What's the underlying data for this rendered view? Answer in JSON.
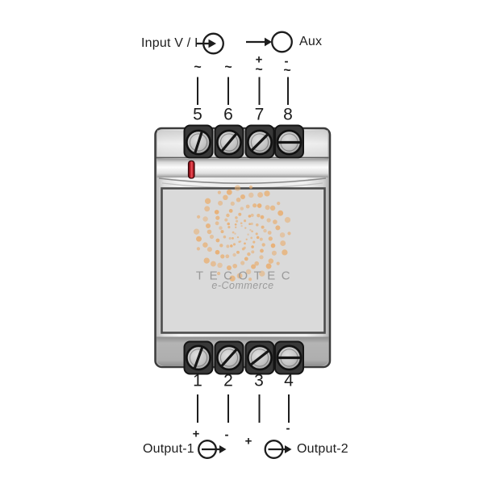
{
  "top": {
    "input_label": "Input V / I",
    "aux_label": "Aux",
    "aux_plus": "+",
    "aux_minus": "-",
    "tildes": [
      "~",
      "~",
      "~",
      "~"
    ],
    "terminals": [
      "5",
      "6",
      "7",
      "8"
    ]
  },
  "device": {
    "brand": "TECOTEC",
    "brand_subtitle": "e-Commerce",
    "colors": {
      "logo_orange": "#e9ae70",
      "led_red": "#c4212c",
      "panel_gray": "#dadada"
    }
  },
  "bottom": {
    "terminals": [
      "1",
      "2",
      "3",
      "4"
    ],
    "polarity": {
      "plus1": "+",
      "minus2": "-",
      "plus3": "+",
      "minus4": "-"
    },
    "output1_label": "Output-1",
    "output2_label": "Output-2"
  }
}
